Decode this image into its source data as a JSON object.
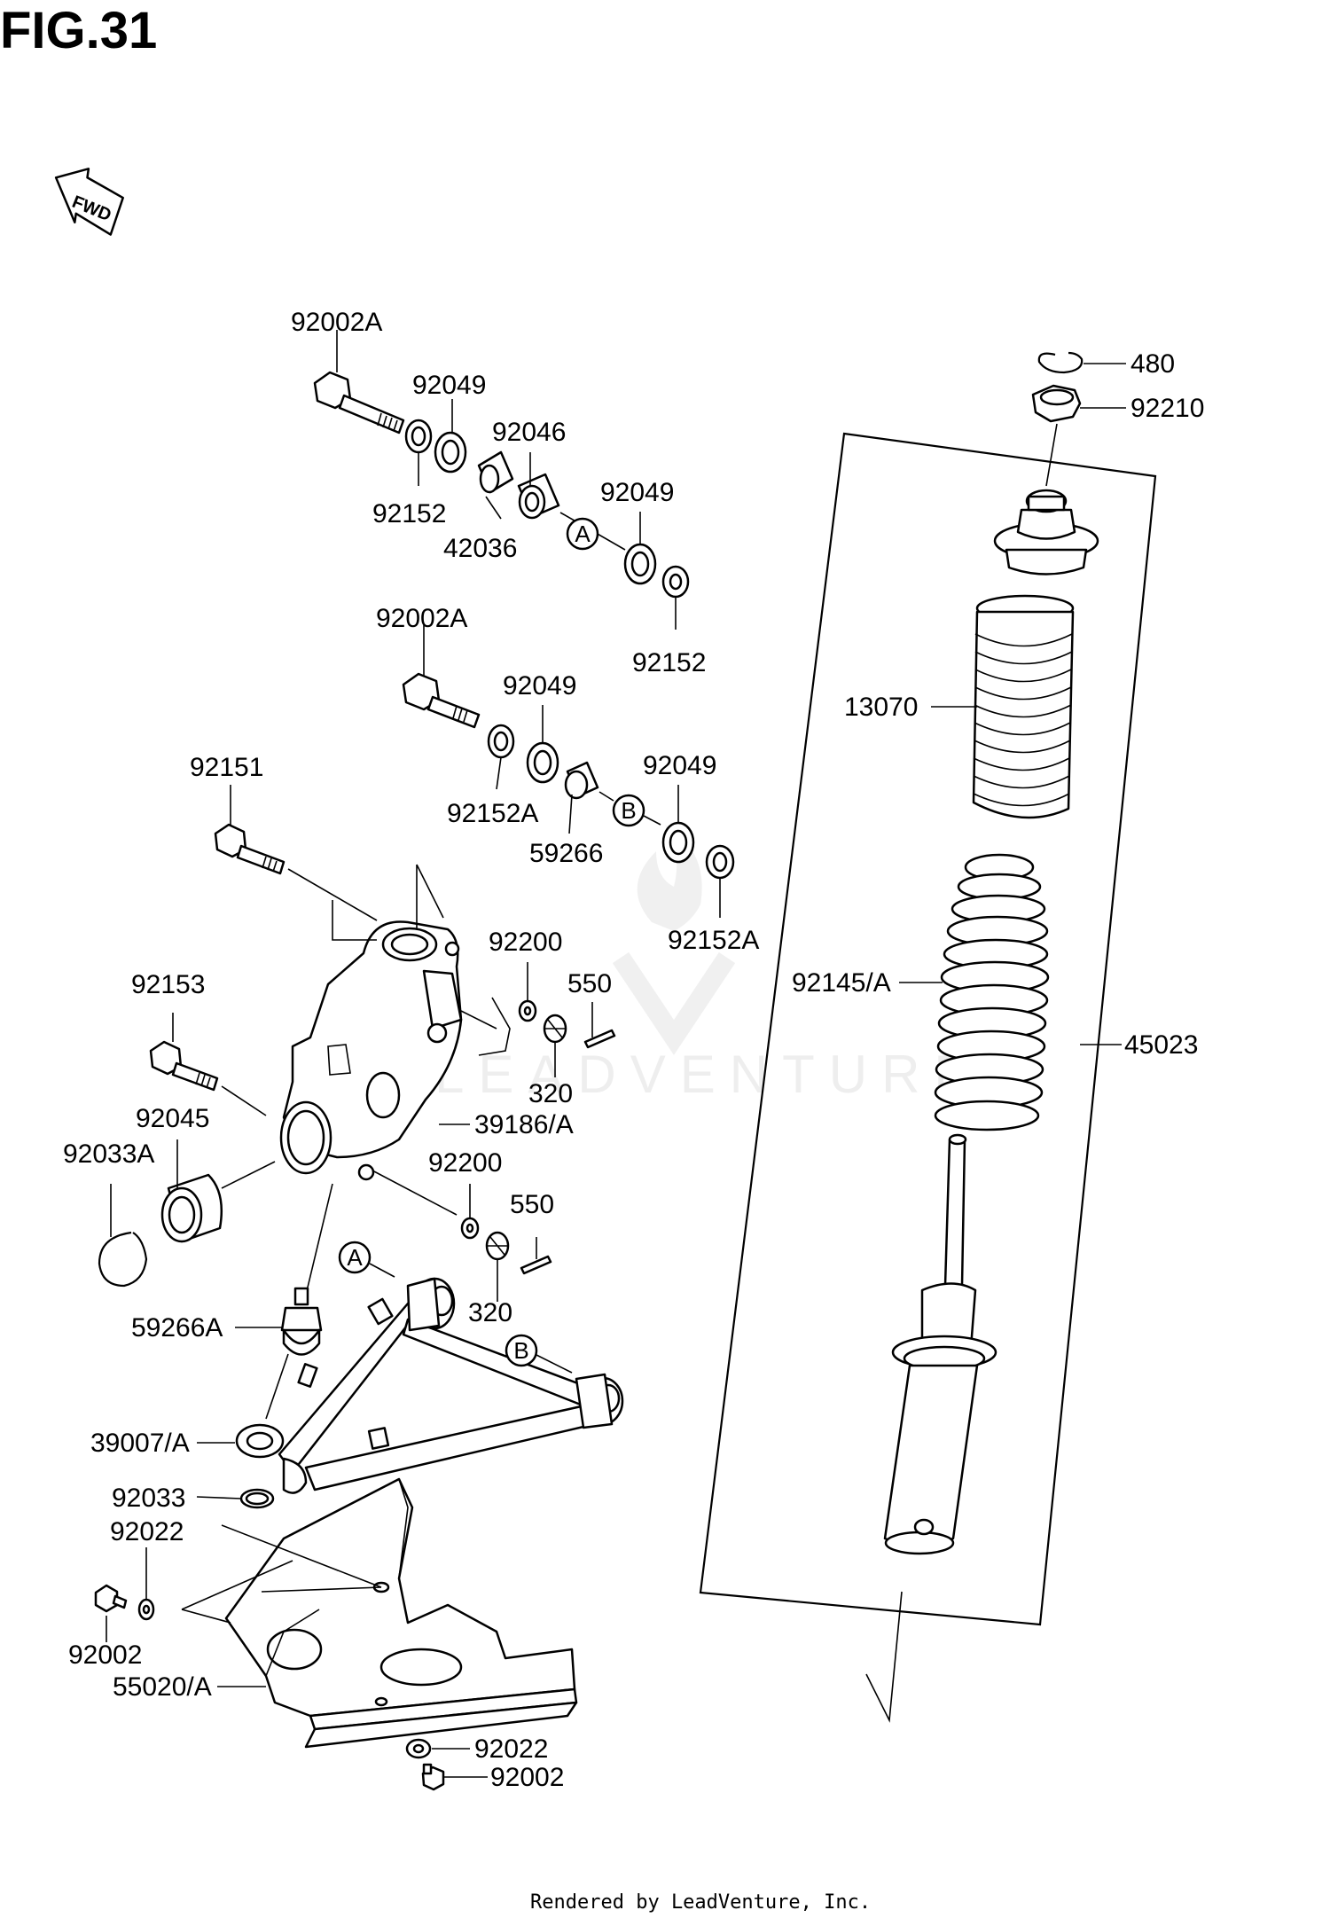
{
  "figure": {
    "title": "FIG.31",
    "fwd_label": "FWD",
    "watermark": "LEADVENTURE",
    "footer": "Rendered by LeadVenture, Inc."
  },
  "callouts": {
    "a": "A",
    "b": "B"
  },
  "labels": [
    "92002A",
    "92049",
    "92046",
    "92152",
    "42036",
    "92049",
    "92152",
    "92002A",
    "92049",
    "92151",
    "92152A",
    "92049",
    "59266",
    "92152A",
    "92200",
    "550",
    "92153",
    "320",
    "92045",
    "39186/A",
    "92033A",
    "92200",
    "550",
    "59266A",
    "320",
    "39007/A",
    "92033",
    "92022",
    "92002",
    "55020/A",
    "92022",
    "92002",
    "480",
    "92210",
    "13070",
    "92145/A",
    "45023"
  ]
}
